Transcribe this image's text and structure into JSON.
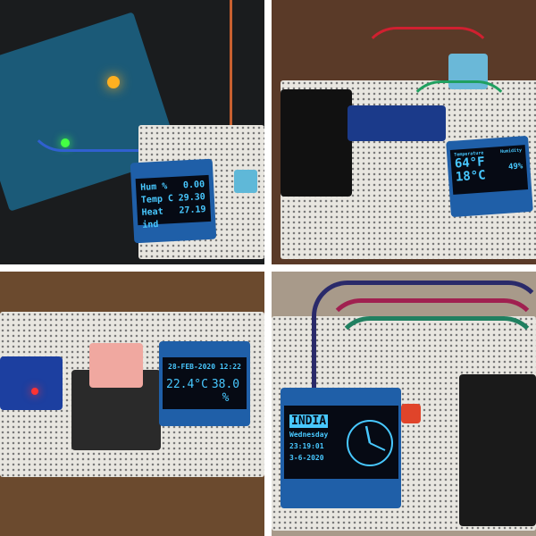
{
  "panels": {
    "arduino_dht": {
      "rows": [
        {
          "label": "Hum %",
          "value": "0.00"
        },
        {
          "label": "Temp C",
          "value": "29.30"
        },
        {
          "label": "Heat ind",
          "value": "27.19"
        }
      ]
    },
    "nano_dht": {
      "header_left": "Temperature",
      "header_right": "Humidity",
      "temp_f": "64°F",
      "temp_c": "18°C",
      "humidity": "49%"
    },
    "breadboard_clock": {
      "datetime": "28-FEB-2020 12:22",
      "temperature": "22.4°C",
      "humidity": "38.0 %"
    },
    "esp_clock": {
      "country": "INDIA",
      "weekday": "Wednesday",
      "time": "23:19:01",
      "date": "3-6-2020"
    }
  },
  "colors": {
    "oled_text": "#48c8ff",
    "pcb": "#1f5fa8"
  }
}
